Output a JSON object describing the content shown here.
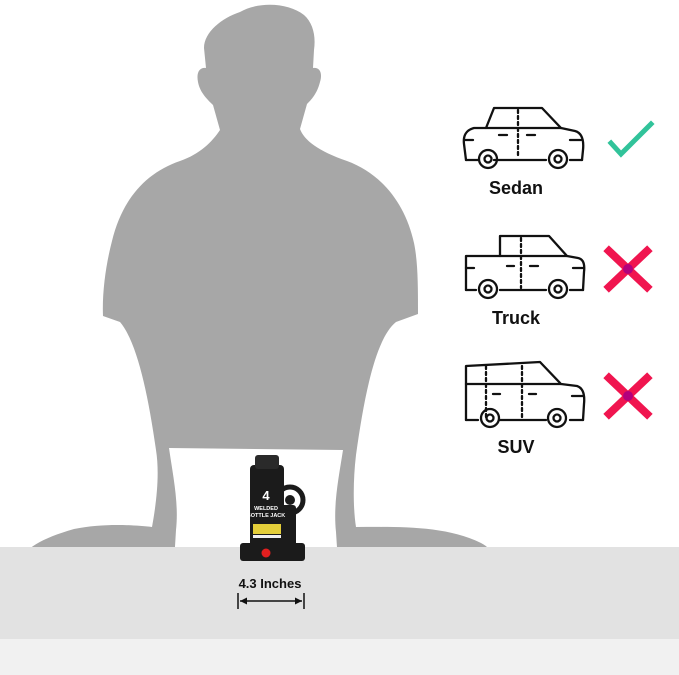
{
  "vehicles": [
    {
      "label": "Sedan",
      "supported": true,
      "icon": "sedan-icon",
      "status_icon": "checkmark-icon"
    },
    {
      "label": "Truck",
      "supported": false,
      "icon": "truck-icon",
      "status_icon": "cross-icon"
    },
    {
      "label": "SUV",
      "supported": false,
      "icon": "suv-icon",
      "status_icon": "cross-icon"
    }
  ],
  "jack": {
    "capacity_number": "4",
    "product_label_line1": "WELDED",
    "product_label_line2": "BOTTLE JACK",
    "icon": "bottle-jack-icon"
  },
  "measurement": {
    "label": "4.3 Inches",
    "icon": "width-dimension-arrow-icon"
  },
  "colors": {
    "silhouette": "#a7a7a7",
    "table": "#e2e2e2",
    "floor": "#f1f1f1",
    "check": "#31c39a",
    "cross": "#f0154f",
    "cross_center": "#b3007d",
    "jack_body": "#1b1b1b",
    "jack_accent": "#e4ce3a"
  }
}
